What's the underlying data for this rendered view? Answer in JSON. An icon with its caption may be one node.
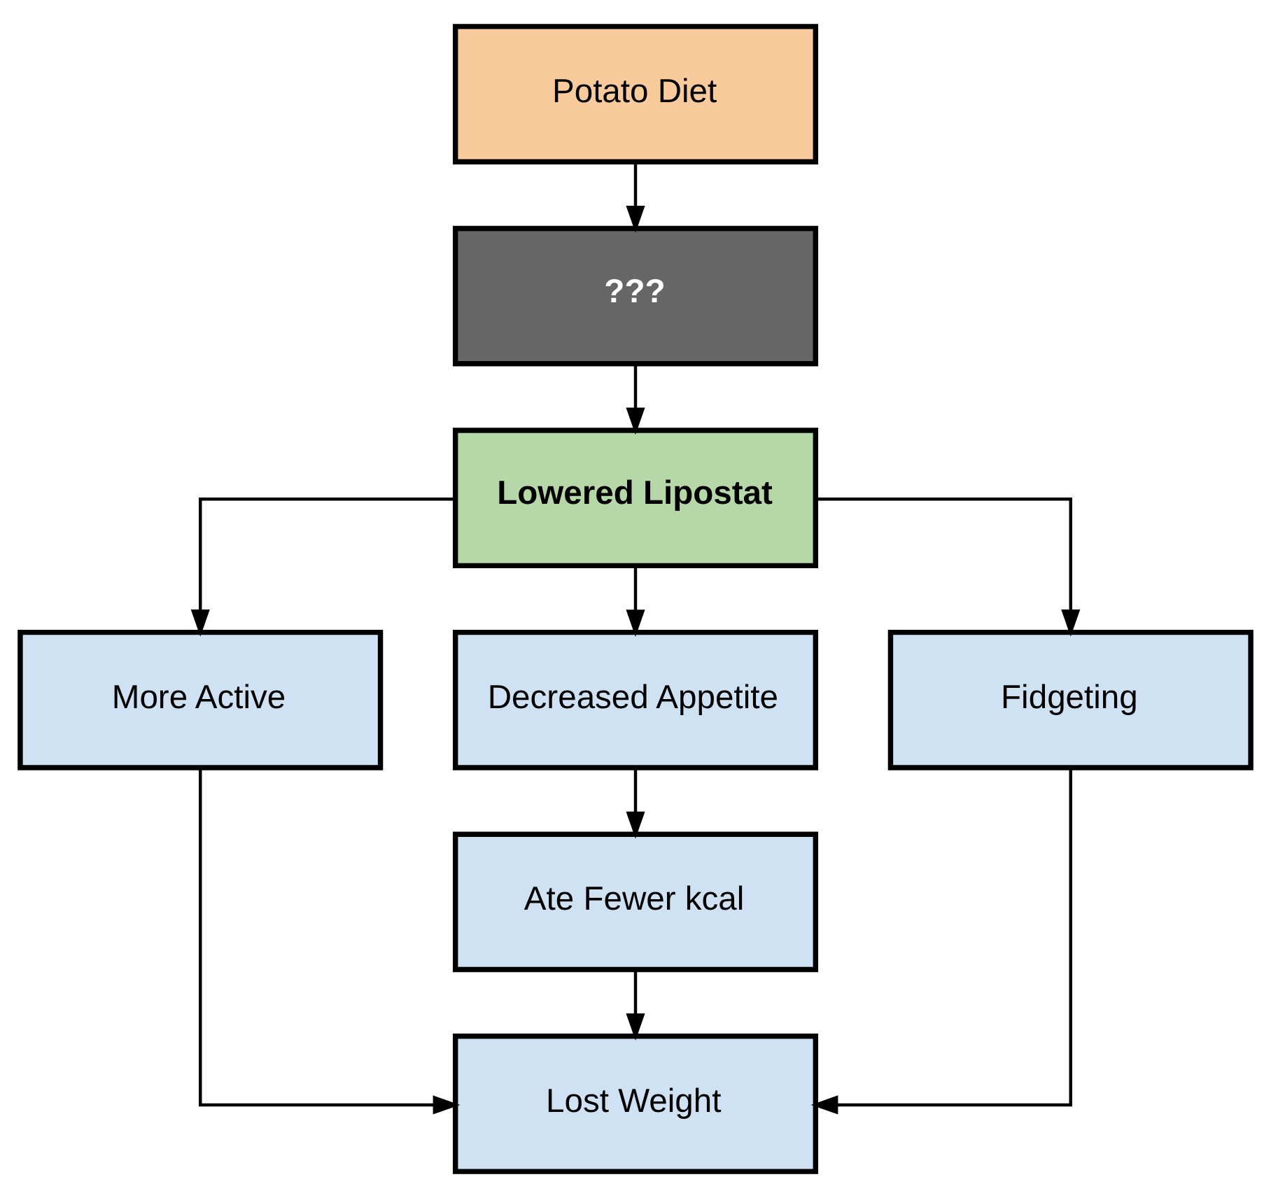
{
  "diagram": {
    "nodes": [
      {
        "text": [
          "Potato Diet"
        ]
      },
      {
        "text": [
          "???"
        ]
      },
      {
        "text": [
          "Lowered Lipostat"
        ]
      },
      {
        "text": [
          "More Active"
        ]
      },
      {
        "text": [
          "Decreased Appetite"
        ]
      },
      {
        "text": [
          "Fidgeting"
        ]
      },
      {
        "text": [
          "Ate Fewer kcal"
        ]
      },
      {
        "text": [
          "Lost Weight"
        ]
      }
    ],
    "edges": [
      {
        "from": 0,
        "to": 1,
        "arrow": "to"
      },
      {
        "from": 1,
        "to": 2,
        "arrow": "to"
      },
      {
        "from": 2,
        "to": 3,
        "arrow": "to"
      },
      {
        "from": 2,
        "to": 4,
        "arrow": "to"
      },
      {
        "from": 2,
        "to": 5,
        "arrow": "to"
      },
      {
        "from": 4,
        "to": 6,
        "arrow": "to"
      },
      {
        "from": 6,
        "to": 7,
        "arrow": "to"
      },
      {
        "from": 3,
        "to": 7,
        "arrow": "to"
      },
      {
        "from": 5,
        "to": 7,
        "arrow": "to"
      }
    ]
  }
}
